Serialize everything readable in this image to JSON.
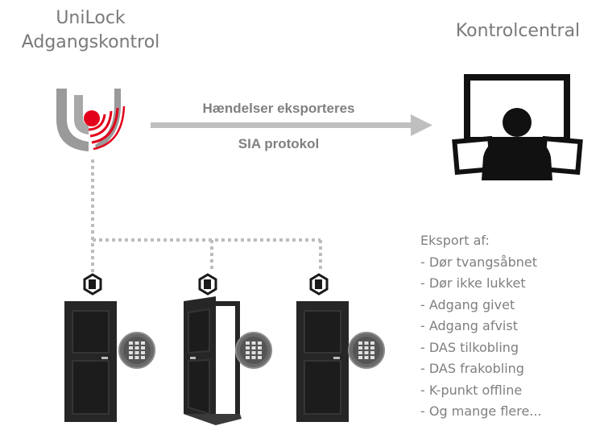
{
  "left_title": {
    "line1": "UniLock",
    "line2": "Adgangskontrol"
  },
  "right_title": "Kontrolcentral",
  "arrow": {
    "label_top": "Hændelser eksporteres",
    "label_bottom": "SIA protokol"
  },
  "export": {
    "heading": "Eksport af:",
    "items": [
      "-  Dør tvangsåbnet",
      "-  Dør ikke lukket",
      "-  Adgang givet",
      "-  Adgang afvist",
      "-  DAS tilkobling",
      "-  DAS frakobling",
      "-  K-punkt offline",
      "-  Og mange flere..."
    ]
  },
  "colors": {
    "gray_text": "#7a7a7a",
    "dotted_line": "#bdbdbd",
    "arrow": "#bfbfbf",
    "logo_red": "#e2001a",
    "logo_gray": "#9a9a9a",
    "door": "#262626",
    "monitor": "#111111"
  },
  "icons": [
    "unilock-logo-icon",
    "control-room-icon",
    "card-reader-icon",
    "keypad-icon",
    "door-icon"
  ]
}
